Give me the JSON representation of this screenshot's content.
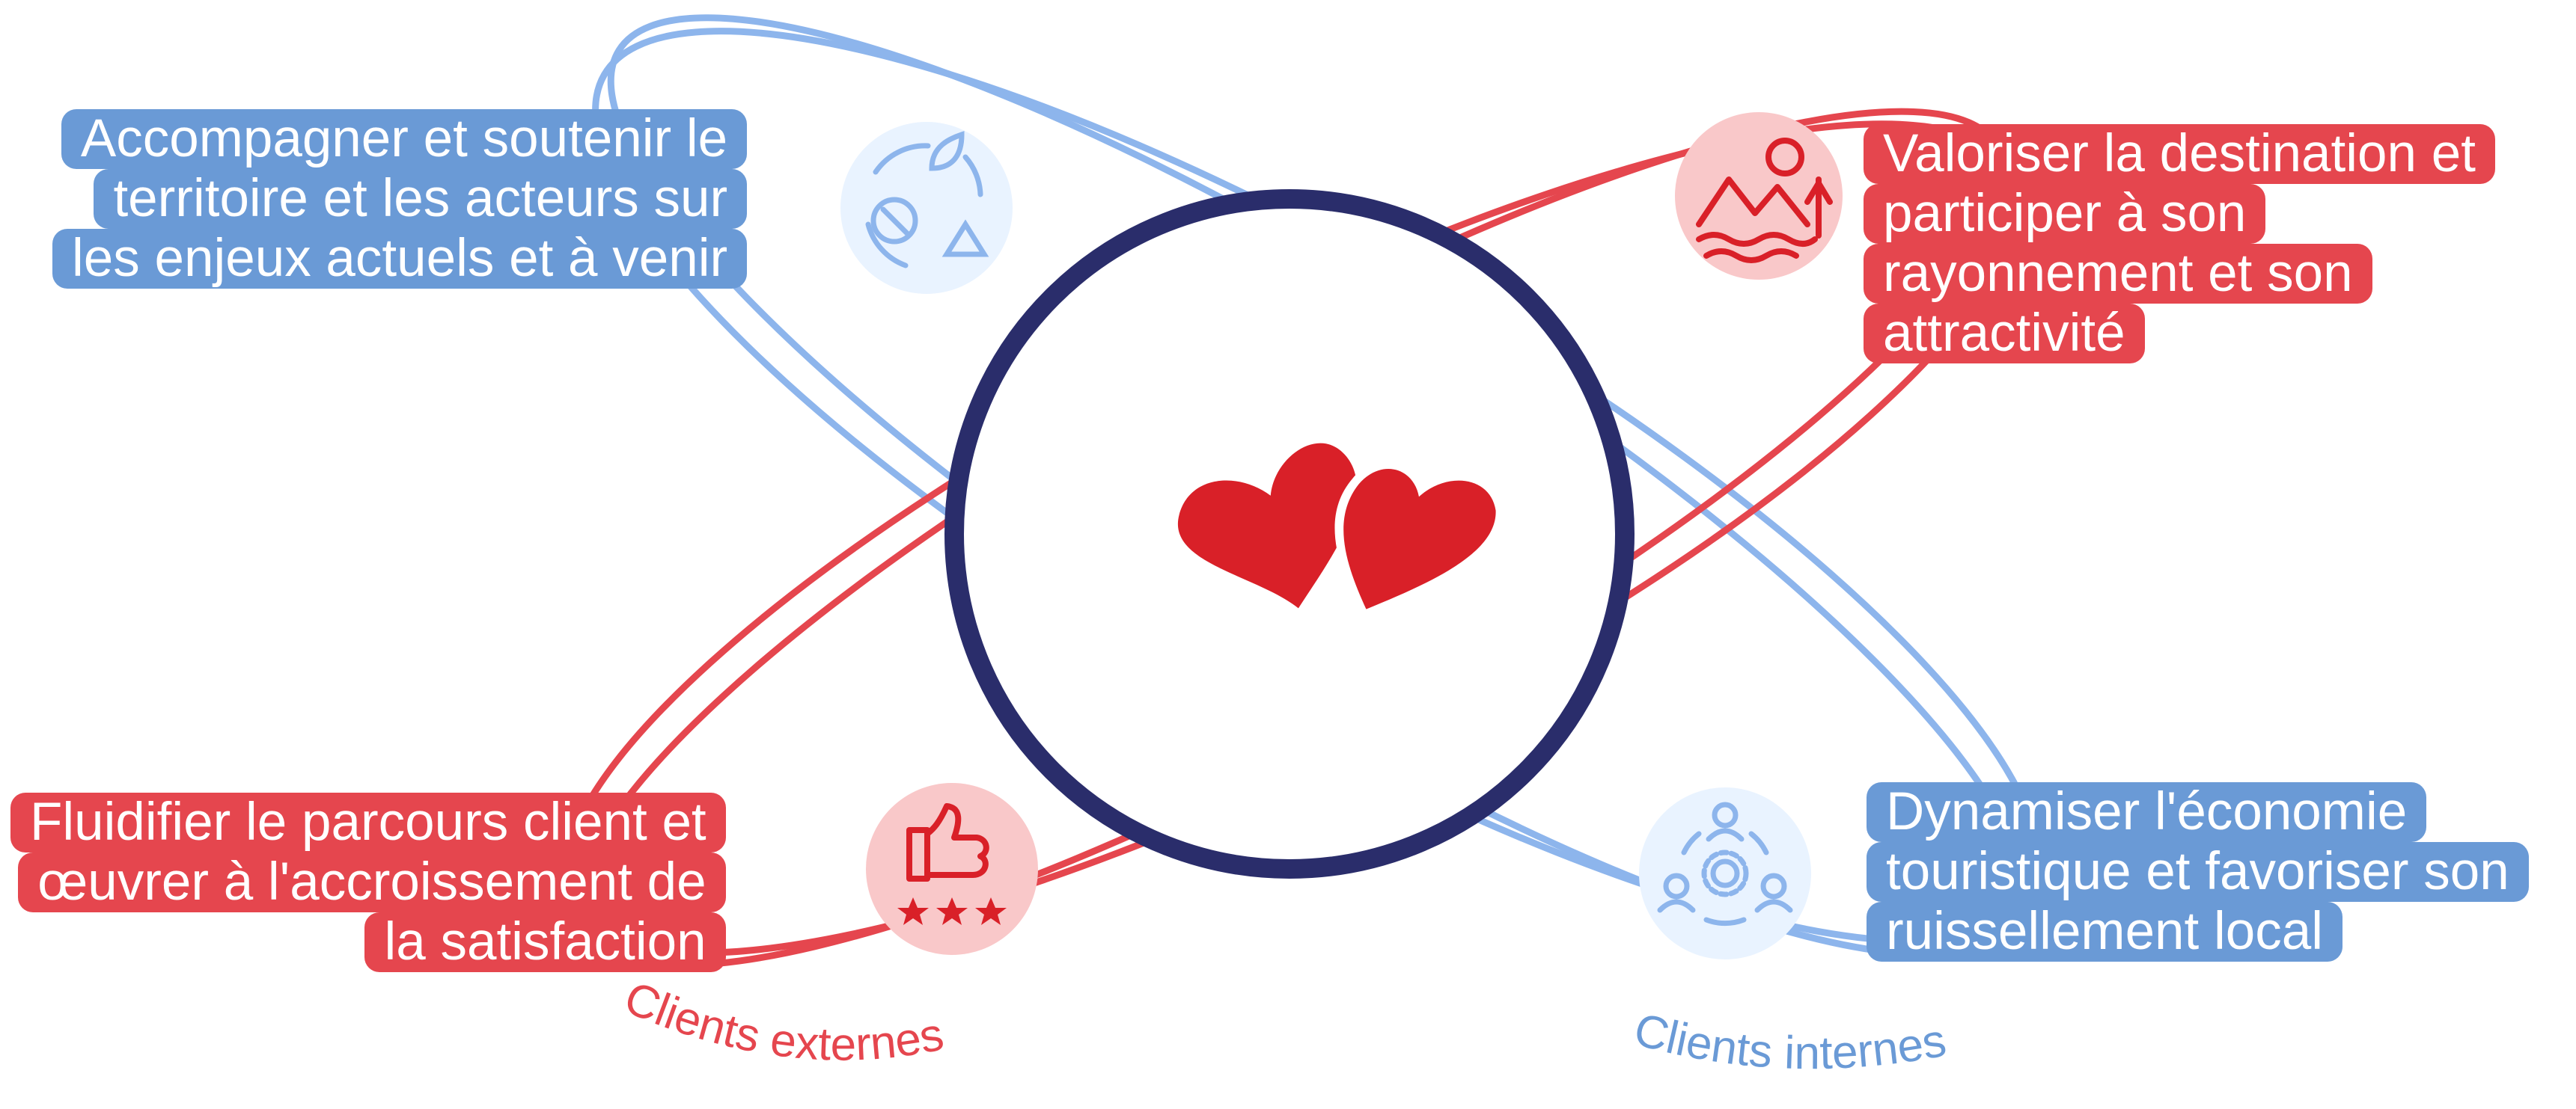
{
  "center": {
    "icon": "two-hearts-icon"
  },
  "colors": {
    "blue": "#6a9ad6",
    "red": "#e5464e",
    "navy": "#2a2d6b",
    "heart": "#d92028"
  },
  "blocks": {
    "top_left": {
      "lines": [
        "Accompagner et soutenir le",
        "territoire et les acteurs sur",
        "les enjeux actuels et à venir"
      ],
      "icon": "sustainability-cycle-icon"
    },
    "top_right": {
      "lines": [
        "Valoriser la destination et",
        "participer à son",
        "rayonnement et son",
        "attractivité"
      ],
      "icon": "landscape-sun-icon"
    },
    "bottom_left": {
      "lines": [
        "Fluidifier le parcours client et",
        "œuvrer à l'accroissement de",
        "la satisfaction"
      ],
      "icon": "thumbs-up-stars-icon"
    },
    "bottom_right": {
      "lines": [
        "Dynamiser l'économie",
        "touristique et favoriser son",
        "ruissellement local"
      ],
      "icon": "people-network-gear-icon"
    }
  },
  "labels": {
    "external": "Clients externes",
    "internal": "Clients internes"
  }
}
